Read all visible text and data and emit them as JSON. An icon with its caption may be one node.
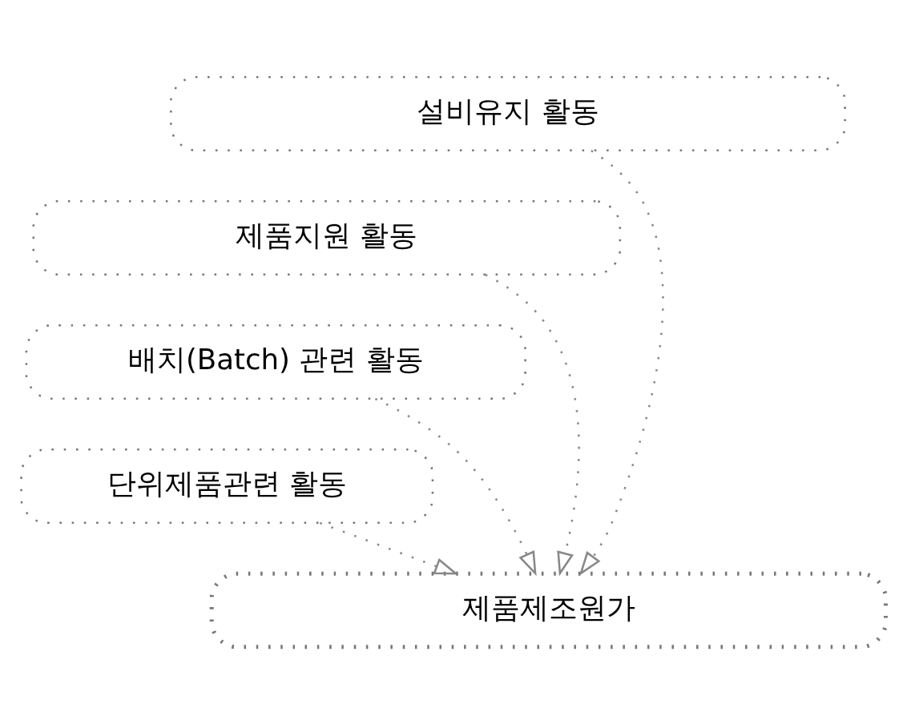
{
  "diagram": {
    "nodes": [
      {
        "text": [
          "설비유지 활동"
        ]
      },
      {
        "text": [
          "제품지원 활동"
        ]
      },
      {
        "text": [
          "배치(Batch) 관련 활동"
        ]
      },
      {
        "text": [
          "단위제품관련 활동"
        ]
      },
      {
        "text": [
          "제품제조원가"
        ]
      }
    ],
    "edges": [
      {
        "from": 0,
        "to": 4,
        "arrow": "to"
      },
      {
        "from": 1,
        "to": 4,
        "arrow": "to"
      },
      {
        "from": 2,
        "to": 4,
        "arrow": "to"
      },
      {
        "from": 3,
        "to": 4,
        "arrow": "to"
      }
    ]
  }
}
